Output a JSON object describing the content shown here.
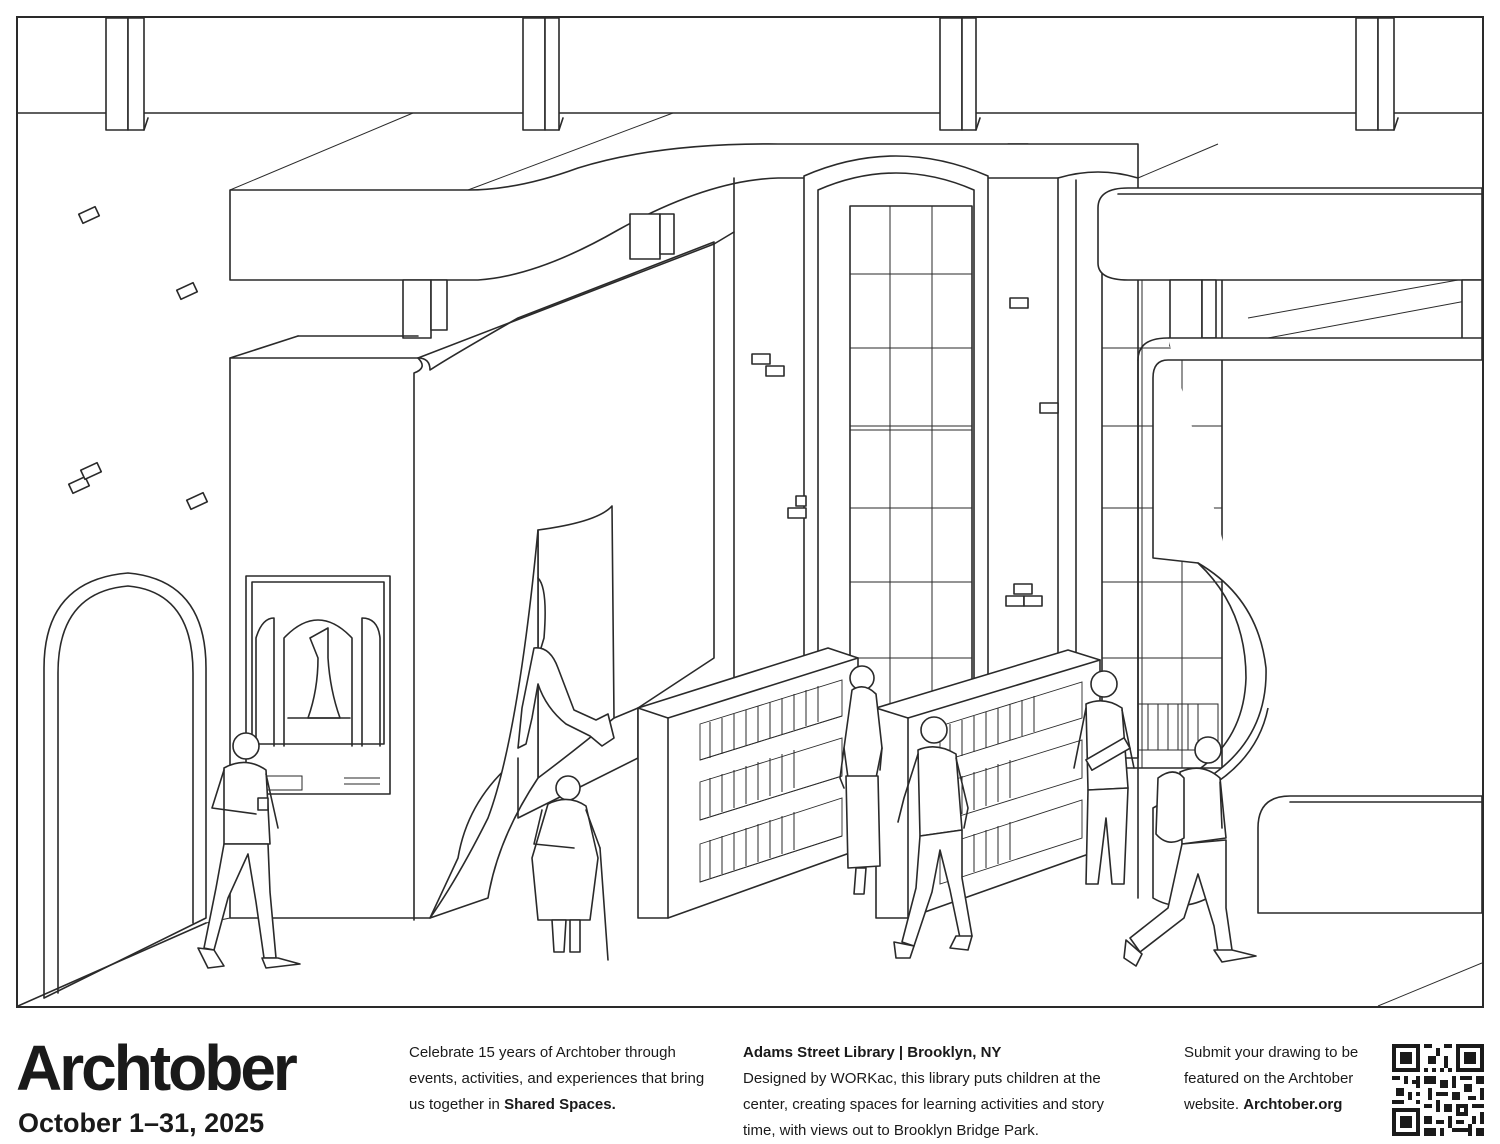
{
  "illustration": {
    "subject": "Adams Street Library interior line drawing",
    "icon": "library-interior-illustration"
  },
  "footer": {
    "brand_title": "Archtober",
    "dates": "October 1–31, 2025",
    "intro": {
      "text_before": "Celebrate 15 years of Archtober through events, activities, and experiences that bring us together in ",
      "highlight": "Shared Spaces."
    },
    "site": {
      "heading": "Adams Street Library | Brooklyn, NY",
      "description": "Designed by WORKac, this library puts children at the center, creating spaces for learning activities and story time, with views out to Brooklyn Bridge Park."
    },
    "submit": {
      "text_before": "Submit your drawing to be featured on the Archtober website. ",
      "link": "Archtober.org"
    },
    "qr_icon": "qr-code-icon"
  },
  "colors": {
    "ink": "#1a1a1a",
    "paper": "#ffffff"
  }
}
